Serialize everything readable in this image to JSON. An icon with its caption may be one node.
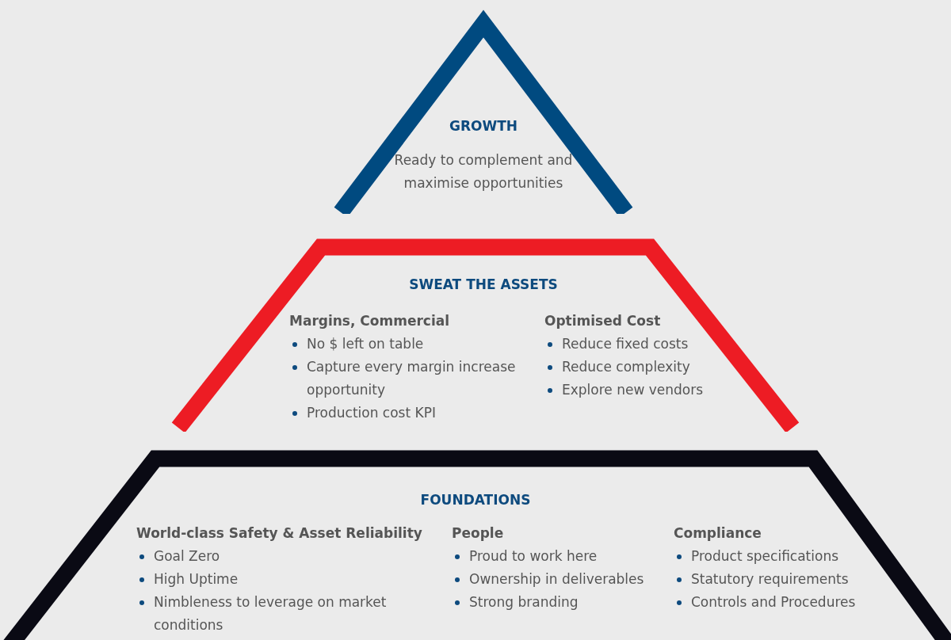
{
  "diagram": {
    "nodes": [
      {
        "text": [
          "GROWTH",
          "Ready to complement and maximise opportunities"
        ]
      },
      {
        "text": [
          "SWEAT THE ASSETS",
          "Margins, Commercial",
          "No $ left on table",
          "Capture every margin increase opportunity",
          "Production cost KPI",
          "Optimised Cost",
          "Reduce fixed costs",
          "Reduce complexity",
          "Explore new vendors"
        ]
      },
      {
        "text": [
          "FOUNDATIONS",
          "World-class Safety & Asset Reliability",
          "Goal Zero",
          "High Uptime",
          "Nimbleness to leverage on market conditions",
          "People",
          "Proud to work here",
          "Ownership in deliverables",
          "Strong branding",
          "Compliance",
          "Product specifications",
          "Statutory requirements",
          "Controls and Procedures"
        ]
      }
    ],
    "edges": []
  }
}
